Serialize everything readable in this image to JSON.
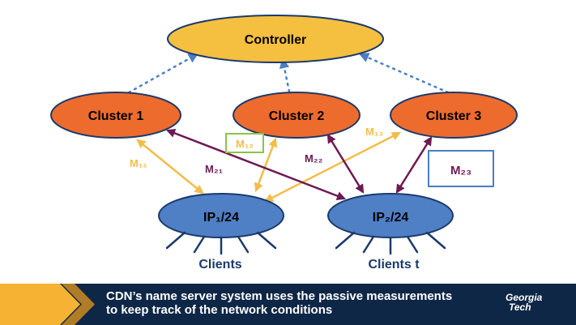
{
  "nodes": {
    "controller": "Controller",
    "cluster1": "Cluster 1",
    "cluster2": "Cluster 2",
    "cluster3": "Cluster 3",
    "ip1": "IP₁/24",
    "ip2": "IP₂/24"
  },
  "clients": {
    "left": "Clients",
    "right": "Clients t"
  },
  "measurements": {
    "m11": "M₁₁",
    "m21": "M₂₁",
    "m12": "M₁₂",
    "m22": "M₂₂",
    "m13": "M₁₃",
    "m23": "M₂₃"
  },
  "footer": {
    "line1": "CDN’s name server system uses the passive measurements",
    "line2": "to keep track of the network conditions"
  },
  "logo": {
    "line1": "Georgia",
    "line2": "Tech"
  },
  "colors": {
    "controller_fill": "#f5c040",
    "cluster_fill": "#ee6b2e",
    "ip_fill": "#4f7fc5",
    "outline": "#1b3a6b",
    "report_arrow": "#4a7fc4",
    "measure_gold": "#f2bd4a",
    "measure_purple": "#6d1a54",
    "box_green": "#8bc34a",
    "box_blue": "#4a7fc4",
    "footer_bg": "#0f2747",
    "chevron_gold": "#f5b233",
    "chevron_dark": "#b07c25"
  }
}
